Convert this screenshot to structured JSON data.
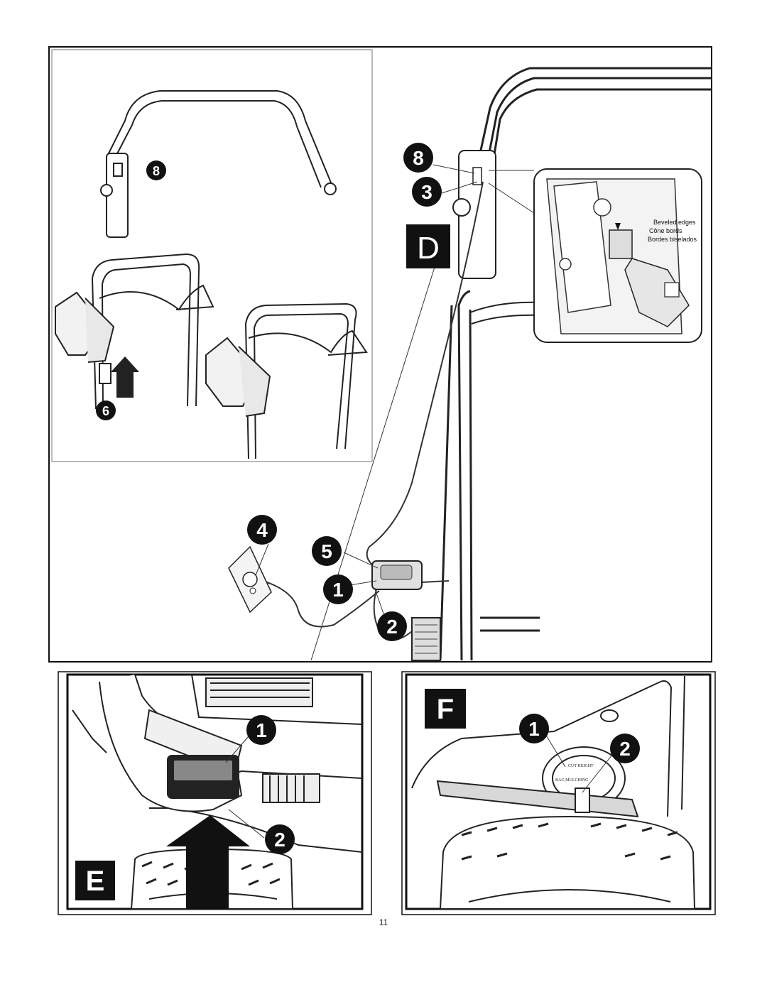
{
  "figures": {
    "D": {
      "letter": "D",
      "callouts": [
        "8",
        "8",
        "3",
        "6",
        "4",
        "5",
        "1",
        "2"
      ],
      "detail_labels": {
        "english": "Beveled edges",
        "french": "Cône bords",
        "spanish": "Bordes biselados"
      }
    },
    "E": {
      "letter": "E",
      "callouts": [
        "1",
        "2"
      ]
    },
    "F": {
      "letter": "F",
      "callouts": [
        "1",
        "2"
      ],
      "knob_text": [
        "CUT HEIGHT",
        "BAG MULCHING"
      ]
    }
  },
  "page_number": "11"
}
